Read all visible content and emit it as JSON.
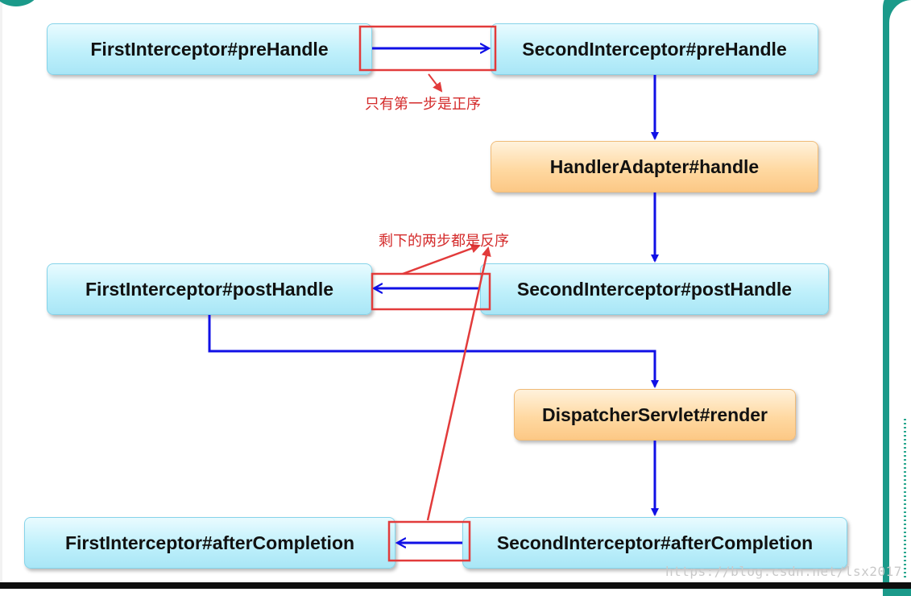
{
  "nodes": {
    "first_pre": "FirstInterceptor#preHandle",
    "second_pre": "SecondInterceptor#preHandle",
    "handler_adapter": "HandlerAdapter#handle",
    "first_post": "FirstInterceptor#postHandle",
    "second_post": "SecondInterceptor#postHandle",
    "dispatcher_render": "DispatcherServlet#render",
    "first_after": "FirstInterceptor#afterCompletion",
    "second_after": "SecondInterceptor#afterCompletion"
  },
  "annotations": {
    "forward_note": "只有第一步是正序",
    "reverse_note": "剩下的两步都是反序"
  },
  "watermark": "https://blog.csdn.net/lsx2017",
  "colors": {
    "flow_arrow": "#1010e6",
    "highlight": "#e23b3b",
    "node_blue": "#bff0fb",
    "node_orange": "#ffd9a2",
    "frame": "#1b9a8a"
  }
}
